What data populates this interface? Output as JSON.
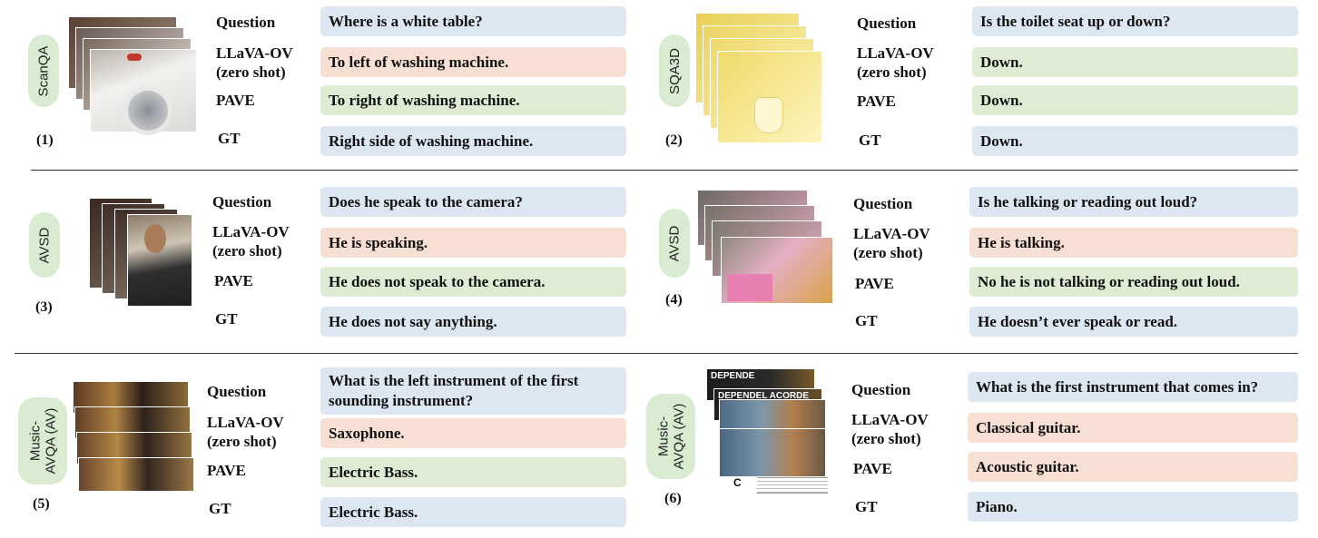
{
  "labels": {
    "question": "Question",
    "llava": "LLaVA-OV\n(zero shot)",
    "pave": "PAVE",
    "gt": "GT"
  },
  "panels": [
    {
      "num": "(1)",
      "dataset": "ScanQA",
      "question": "Where is a white table?",
      "llava": "To left of washing machine.",
      "pave": "To right of washing machine.",
      "gt": "Right side of washing machine."
    },
    {
      "num": "(2)",
      "dataset": "SQA3D",
      "question": "Is the toilet seat up or down?",
      "llava": "Down.",
      "pave": "Down.",
      "gt": "Down."
    },
    {
      "num": "(3)",
      "dataset": "AVSD",
      "question": "Does he speak to the camera?",
      "llava": "He is speaking.",
      "pave": "He does not speak to the camera.",
      "gt": "He does not say anything."
    },
    {
      "num": "(4)",
      "dataset": "AVSD",
      "question": "Is he talking or reading out loud?",
      "llava": "He is talking.",
      "pave": "No he is not talking or reading out loud.",
      "gt": "He doesn’t ever speak or read."
    },
    {
      "num": "(5)",
      "dataset": "Music-\nAVQA (AV)",
      "question": "What is the left instrument of the first sounding instrument?",
      "llava": "Saxophone.",
      "pave": "Electric Bass.",
      "gt": "Electric Bass."
    },
    {
      "num": "(6)",
      "dataset": "Music-\nAVQA (AV)",
      "question": "What is the first instrument that comes in?",
      "llava": "Classical guitar.",
      "pave": "Acoustic guitar.",
      "gt": "Piano.",
      "frame_text": [
        "DEPENDE",
        "DEPENDEL ACORDE",
        "C"
      ]
    }
  ],
  "colors": {
    "question": "#dce7f2",
    "wrong": "#f7dfd3",
    "correct": "#deecd4",
    "tag": "#d9ecd2"
  }
}
